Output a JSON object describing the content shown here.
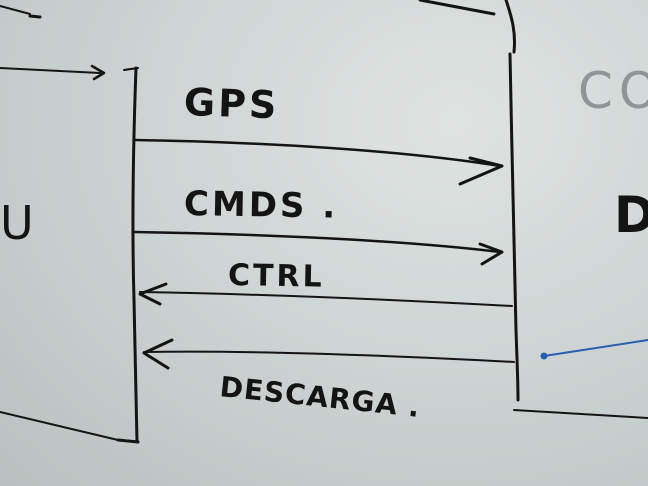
{
  "whiteboard": {
    "arrow_labels": {
      "gps": "GPS",
      "cmds": "CMDS .",
      "ctrl": "CTRL",
      "descarga": "DESCARGA ."
    },
    "left_box_partial_text": "U",
    "right_box_partial_text": "CO",
    "right_box_partial_text_2": "D",
    "colors": {
      "board": "#cfd5d4",
      "marker_black": "#141414",
      "marker_blue": "#2a5fb0",
      "faded_marker": "#8e9594"
    }
  }
}
